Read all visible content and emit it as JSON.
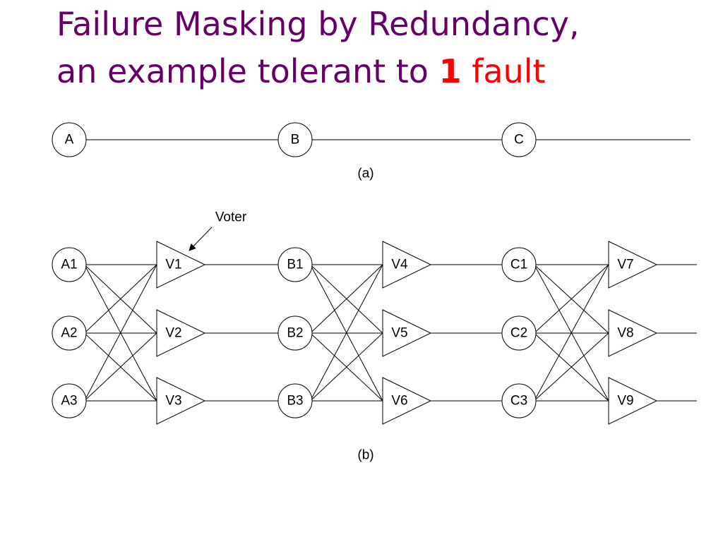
{
  "colors": {
    "title": "#660066",
    "highlight": "#ff0000",
    "lines": "#000000"
  },
  "title": {
    "line1": "Failure Masking by Redundancy,",
    "line2_prefix": "an example tolerant to ",
    "line2_number": "1",
    "line2_suffix": " fault"
  },
  "diagram_a": {
    "nodes": [
      "A",
      "B",
      "C"
    ],
    "caption": "(a)"
  },
  "diagram_b": {
    "stages": [
      {
        "modules": [
          "A1",
          "A2",
          "A3"
        ],
        "voters": [
          "V1",
          "V2",
          "V3"
        ]
      },
      {
        "modules": [
          "B1",
          "B2",
          "B3"
        ],
        "voters": [
          "V4",
          "V5",
          "V6"
        ]
      },
      {
        "modules": [
          "C1",
          "C2",
          "C3"
        ],
        "voters": [
          "V7",
          "V8",
          "V9"
        ]
      }
    ],
    "voter_annotation": "Voter",
    "caption": "(b)"
  }
}
